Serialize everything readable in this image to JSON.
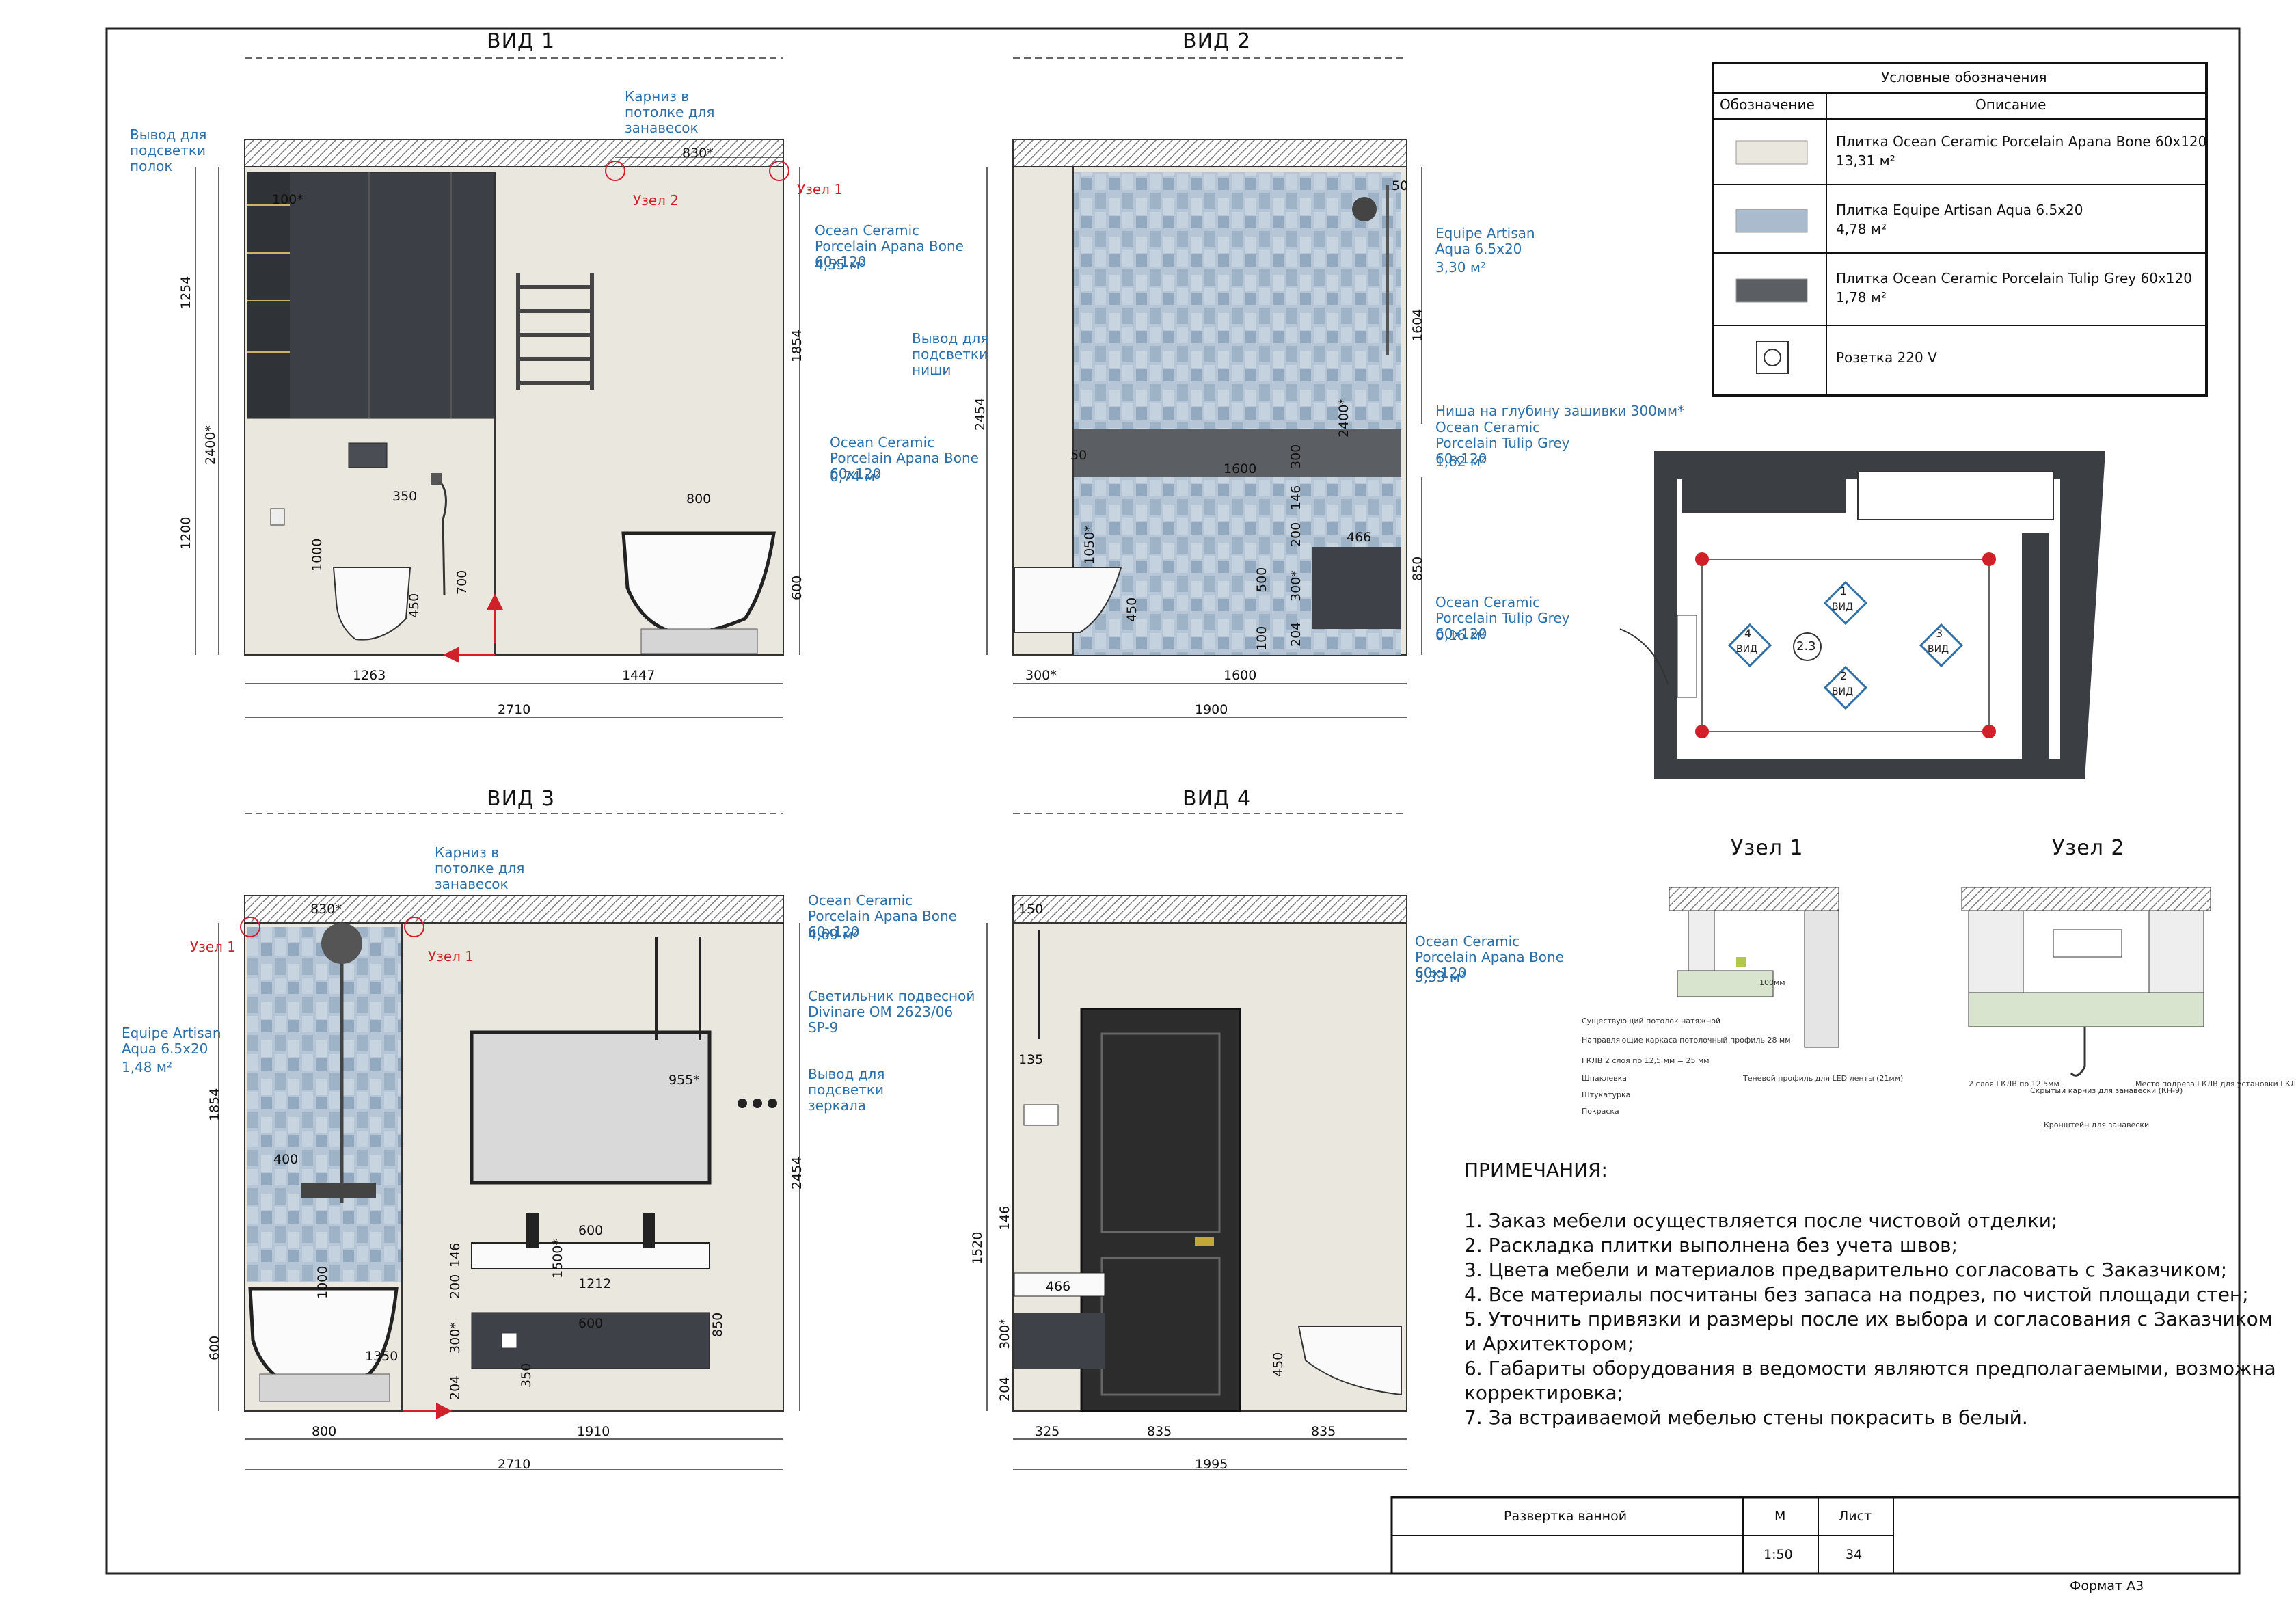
{
  "views": {
    "v1": {
      "title": "ВИД 1",
      "labels": {
        "shelf_light": "Вывод для подсветки полок",
        "cornice": "Карниз в потолке для занавесок",
        "tile": "Ocean Ceramic Porcelain Apana Bone 60х120",
        "tile_area": "4,55 м²",
        "node1": "Узел 1",
        "node2": "Узел 2"
      },
      "dims": {
        "d830": "830*",
        "d100": "100*",
        "d1254": "1254",
        "d1854": "1854",
        "d2400": "2400*",
        "d1200": "1200",
        "d1000": "1000",
        "d350": "350",
        "d700": "700",
        "d450": "450",
        "d800": "800",
        "d600": "600",
        "d1263": "1263",
        "d1447": "1447",
        "d2710": "2710"
      }
    },
    "v2": {
      "title": "ВИД 2",
      "labels": {
        "niche_light": "Вывод для подсветки ниши",
        "tile_bone": "Ocean Ceramic Porcelain Apana Bone 60х120",
        "tile_bone_area": "0,74 м²",
        "tile_aqua": "Equipe Artisan Aqua 6.5x20",
        "tile_aqua_area": "3,30 м²",
        "niche": "Ниша на глубину зашивки 300мм*",
        "tile_grey": "Ocean Ceramic Porcelain Tulip Grey 60х120",
        "tile_grey_area": "1,62 м²",
        "tile_grey2": "Ocean Ceramic Porcelain Tulip Grey 60х120",
        "tile_grey2_area": "0,16 м²"
      },
      "dims": {
        "d50a": "50",
        "d50b": "50",
        "d2454": "2454",
        "d1604": "1604",
        "d2400": "2400*",
        "d300": "300",
        "d146": "146",
        "d1600a": "1600",
        "d466": "466",
        "d200": "200",
        "d1050": "1050*",
        "d500": "500",
        "d300b": "300*",
        "d850": "850",
        "d450": "450",
        "d204": "204",
        "d100": "100",
        "d300c": "300*",
        "d1600": "1600",
        "d1900": "1900"
      }
    },
    "v3": {
      "title": "ВИД 3",
      "labels": {
        "cornice": "Карниз в потолке для занавесок",
        "node1a": "Узел 1",
        "node1b": "Узел 1",
        "tile_bone": "Ocean Ceramic Porcelain Apana Bone 60х120",
        "tile_bone_area": "4,69 м²",
        "lamp": "Светильник подвесной Divinare OM 2623/06 SP-9",
        "mirror_light": "Вывод для подсветки зеркала",
        "tile_aqua": "Equipe Artisan Aqua 6.5x20",
        "tile_aqua_area": "1,48 м²"
      },
      "dims": {
        "d830": "830*",
        "d955": "955*",
        "d400": "400",
        "d1854": "1854",
        "d2454": "2454",
        "d600a": "600",
        "d146": "146",
        "d1500": "1500*",
        "d200": "200",
        "d1212": "1212",
        "d1000": "1000",
        "d600b": "600",
        "d300": "300*",
        "d850": "850",
        "d1350": "1350",
        "d350": "350",
        "d204": "204",
        "d600c": "600",
        "d800": "800",
        "d1910": "1910",
        "d2710": "2710"
      }
    },
    "v4": {
      "title": "ВИД 4",
      "labels": {
        "tile_bone": "Ocean Ceramic Porcelain Apana Bone 60х120",
        "tile_bone_area": "3,33 м²"
      },
      "dims": {
        "d150": "150",
        "d135": "135",
        "d1520": "1520",
        "d146": "146",
        "d466": "466",
        "d300": "300*",
        "d204": "204",
        "d450": "450",
        "d325": "325",
        "d835a": "835",
        "d835b": "835",
        "d1995": "1995"
      }
    }
  },
  "legend": {
    "title": "Условные обозначения",
    "col1": "Обозначение",
    "col2": "Описание",
    "rows": [
      {
        "text": "Плитка Ocean Ceramic Porcelain Apana Bone 60х120",
        "area": "13,31 м²",
        "color": "#e9e7de"
      },
      {
        "text": "Плитка Equipe Artisan Aqua 6.5x20",
        "area": "4,78 м²",
        "color": "#a8b9cb"
      },
      {
        "text": "Плитка Ocean Ceramic Porcelain Tulip Grey 60х120",
        "area": "1,78 м²",
        "color": "#5a5e63"
      },
      {
        "text": "Розетка 220 V",
        "area": "",
        "color": "#ffffff"
      }
    ]
  },
  "plan": {
    "markers": [
      "1",
      "2",
      "3",
      "4"
    ],
    "marker_word": "ВИД",
    "room": "2.3"
  },
  "nodes": {
    "node1": {
      "title": "Узел 1",
      "notes": [
        "Существующий потолок натяжной",
        "Направляющие каркаса потолочный профиль 28 мм",
        "ГКЛВ 2 слоя по 12,5 мм = 25 мм",
        "Шпаклевка",
        "Штукатурка",
        "Покраска"
      ],
      "profile": "Теневой профиль для LED ленты (21мм)",
      "d100": "100мм"
    },
    "node2": {
      "title": "Узел 2",
      "notes": [
        "2 слоя ГКЛВ по 12.5мм",
        "Скрытый карниз для занавески (КН-9)",
        "Место подреза ГКЛВ для установки ГКЛ"
      ],
      "labels": [
        "Кронштейн для занавески"
      ]
    }
  },
  "notes": {
    "title": "ПРИМЕЧАНИЯ:",
    "items": [
      "1. Заказ мебели осуществляется после чистовой отделки;",
      "2. Раскладка плитки выполнена без учета швов;",
      "3. Цвета мебели и материалов предварительно согласовать с Заказчиком;",
      "4. Все материалы посчитаны без запаса на подрез, по чистой площади стен;",
      "5. Уточнить привязки и размеры после их выбора и согласования с Заказчиком",
      "и Архитектором;",
      "6. Габариты оборудования в ведомости являются предполагаемыми, возможна",
      "корректировка;",
      "7. За встраиваемой мебелью стены покрасить в белый."
    ]
  },
  "stamp": {
    "sheet_name": "Развертка ванной",
    "scale_label": "М",
    "scale": "1:50",
    "sheet_label": "Лист",
    "sheet_no": "34",
    "format": "Формат А3"
  },
  "colors": {
    "bone": "#e9e7de",
    "aqua": "#a9bbcc",
    "grey": "#5b5f64",
    "dark": "#3b3f44",
    "blue_text": "#2d6fa8",
    "red": "#d0202a"
  }
}
